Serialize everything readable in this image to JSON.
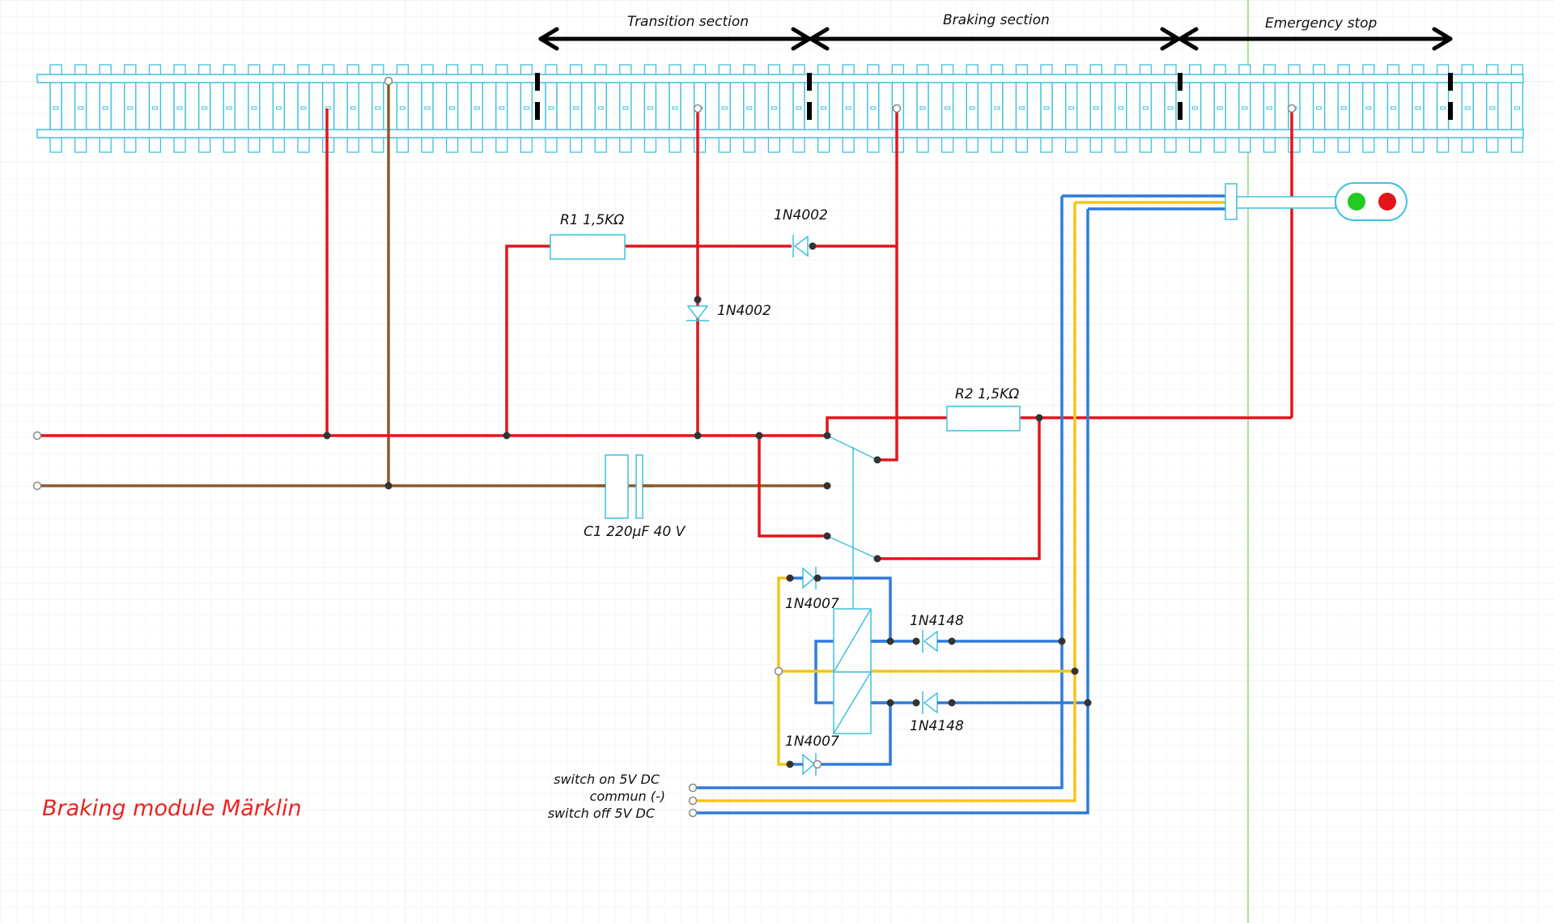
{
  "sections": {
    "transition": "Transition section",
    "braking": "Braking section",
    "emergency": "Emergency stop"
  },
  "components": {
    "r1": "R1 1,5KΩ",
    "r2": "R2 1,5KΩ",
    "c1": "C1 220µF 40 V",
    "d_top": "1N4002",
    "d_vert": "1N4002",
    "d_1n4007_top": "1N4007",
    "d_1n4007_bottom": "1N4007",
    "d_1n4148_top": "1N4148",
    "d_1n4148_bottom": "1N4148"
  },
  "inputs": {
    "switch_on": "switch on 5V DC",
    "commun": "commun (-)",
    "switch_off": "switch off  5V DC"
  },
  "title": "Braking module Märklin",
  "colors": {
    "track": "#3ec1de",
    "red_wire": "#e4141b",
    "brown_wire": "#8b5a2b",
    "blue_wire": "#2f7bdc",
    "yellow_wire": "#f5c518",
    "grid": "#e6ecec",
    "signal_green": "#1fcc1f",
    "signal_red": "#e4141b"
  }
}
